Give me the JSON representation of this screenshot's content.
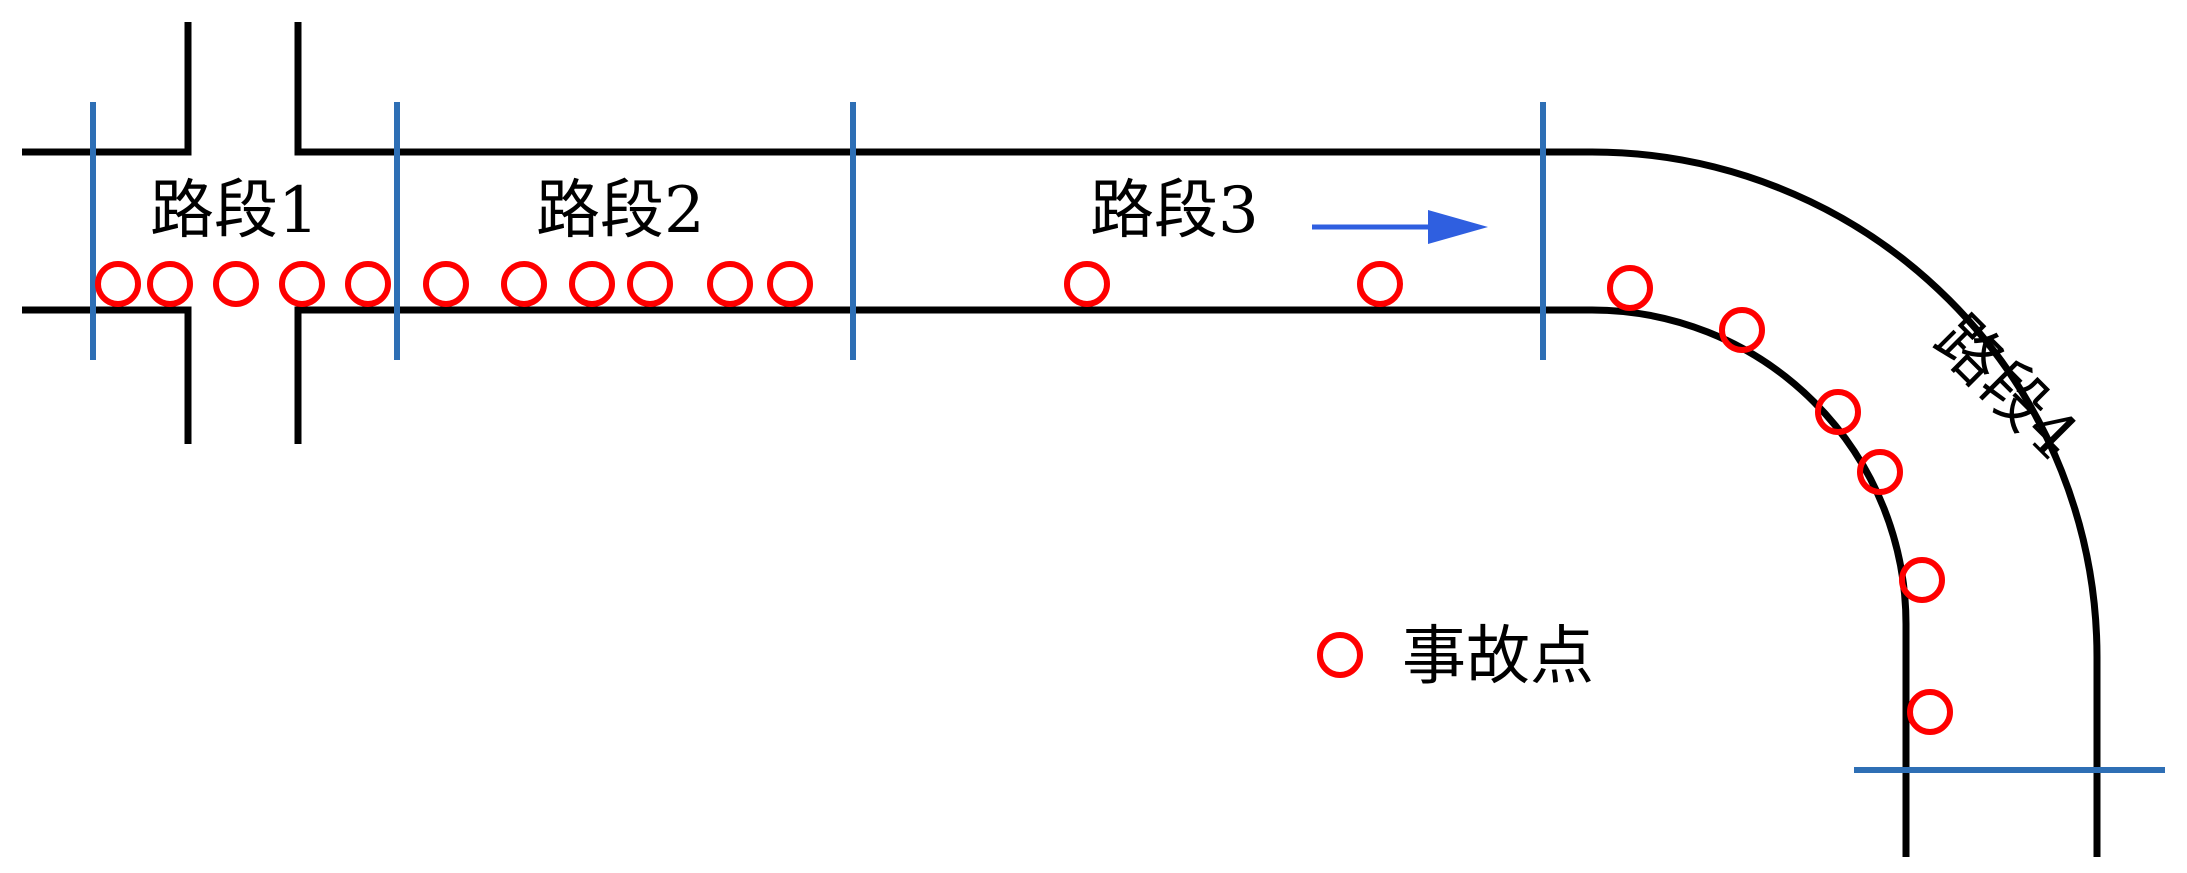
{
  "segments": [
    {
      "label": "路段1"
    },
    {
      "label": "路段2"
    },
    {
      "label": "路段3"
    },
    {
      "label": "路段4"
    }
  ],
  "legend": {
    "label": "事故点",
    "marker_color": "#ff0000"
  },
  "colors": {
    "road": "#000000",
    "divider": "#2e6fb5",
    "accident": "#ff0000",
    "direction_arrow": "#2f5fe0"
  },
  "accident_points_per_segment": [
    5,
    6,
    2,
    6
  ]
}
